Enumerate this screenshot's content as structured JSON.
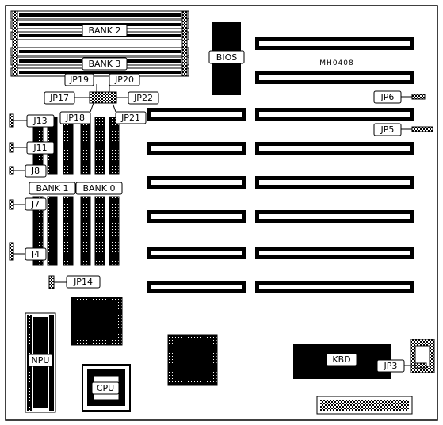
{
  "labels": {
    "bank2": "BANK 2",
    "bank3": "BANK 3",
    "bios": "BIOS",
    "model": "MH0408",
    "jp19": "JP19",
    "jp20": "JP20",
    "jp17": "JP17",
    "jp22": "JP22",
    "jp18": "JP18",
    "jp21": "JP21",
    "jp6": "JP6",
    "jp5": "JP5",
    "j13": "J13",
    "j11": "J11",
    "j8": "J8",
    "bank1": "BANK 1",
    "bank0": "BANK 0",
    "j7": "J7",
    "j4": "J4",
    "jp14": "JP14",
    "npu": "NPU",
    "cpu": "CPU",
    "kbd": "KBD",
    "jp3": "JP3"
  }
}
